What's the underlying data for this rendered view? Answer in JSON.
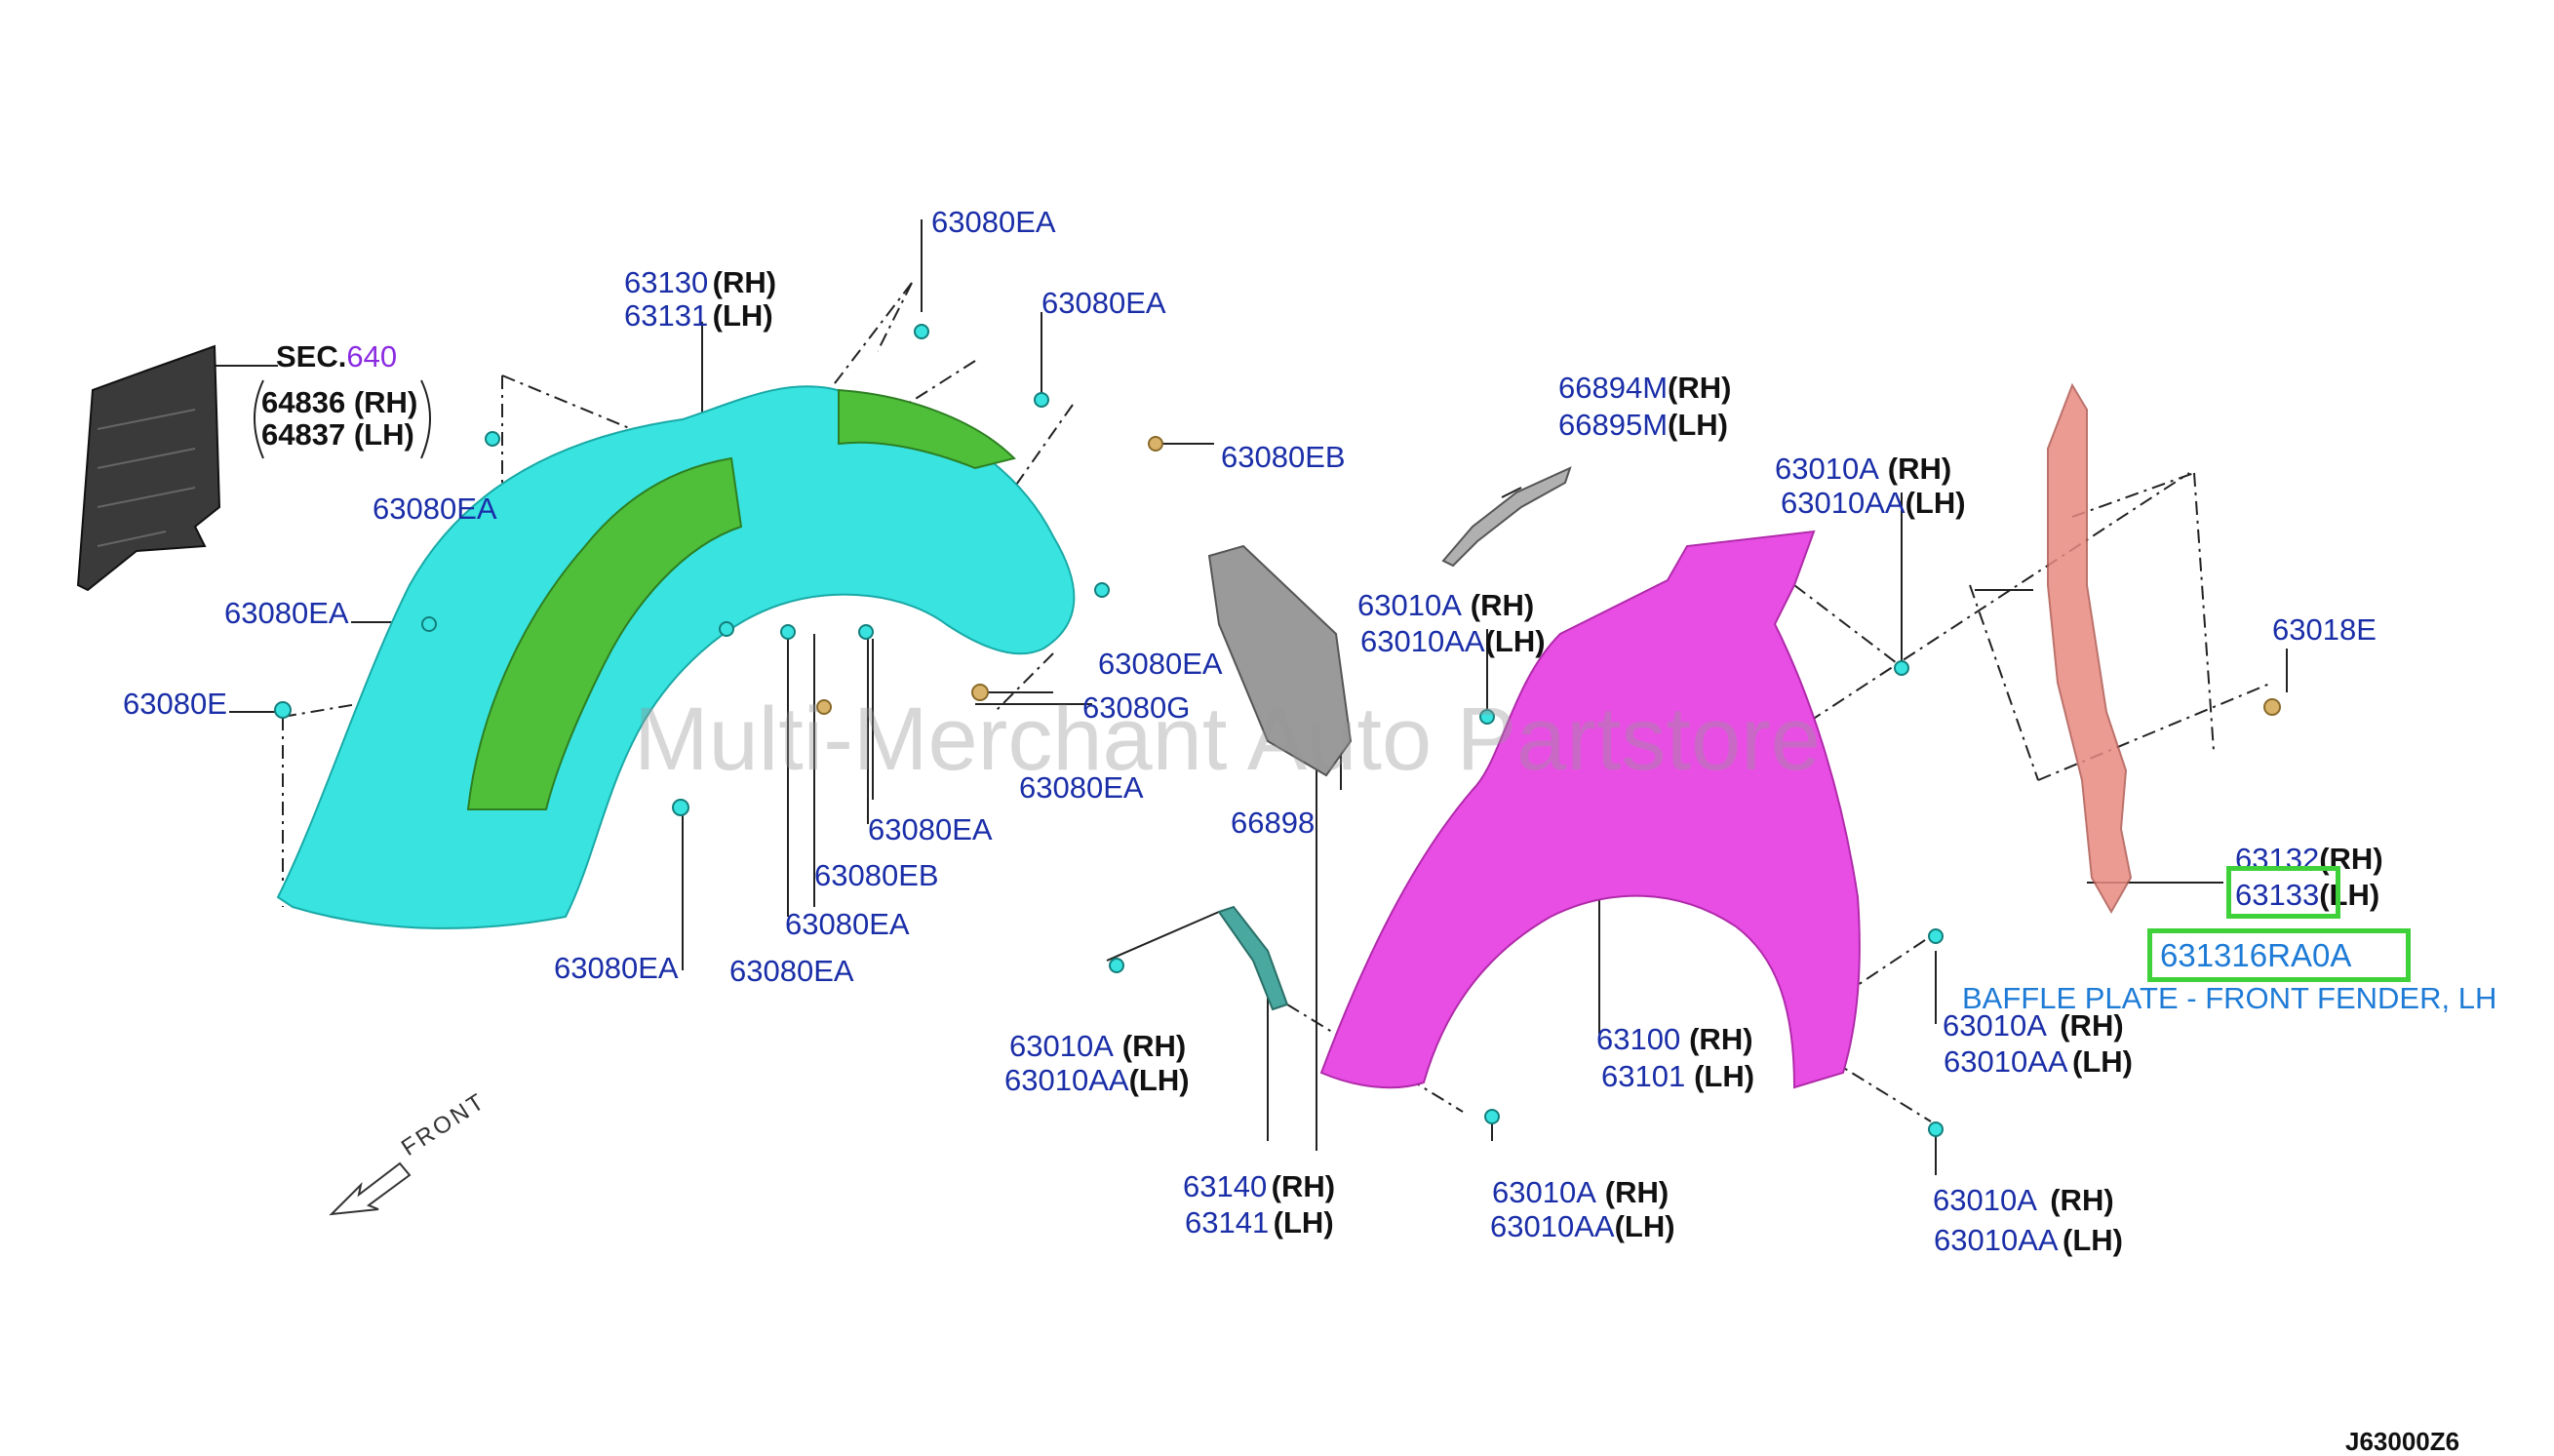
{
  "watermark": "Multi-Merchant Auto Partstore",
  "diagram_code": "J63000Z6",
  "front_label": "FRONT",
  "sec_prefix": "SEC.",
  "sec_number": "640",
  "labels": {
    "p64836": "64836",
    "p64837": "64837",
    "p63130": "63130",
    "p63131": "63131",
    "ea_top1": "63080EA",
    "ea_top2": "63080EA",
    "eb_right": "63080EB",
    "ea_left1": "63080EA",
    "ea_left2": "63080EA",
    "e_left": "63080E",
    "ea_mid1": "63080EA",
    "g_mid": "63080G",
    "ea_mid2": "63080EA",
    "ea_mid3": "63080EA",
    "eb_mid": "63080EB",
    "ea_mid4": "63080EA",
    "ea_bot1": "63080EA",
    "ea_bot2": "63080EA",
    "p66894m": "66894M",
    "p66895m": "66895M",
    "p66898": "66898",
    "a_top": "63010A",
    "aa_top": "63010AA",
    "a_mid": "63010A",
    "aa_mid": "63010AA",
    "a_lower_left": "63010A",
    "aa_lower_left": "63010AA",
    "a_bottom": "63010A",
    "aa_bottom": "63010AA",
    "a_right_mid": "63010A",
    "aa_right_mid": "63010AA",
    "a_right_bot": "63010A",
    "aa_right_bot": "63010AA",
    "p63100": "63100",
    "p63101": "63101",
    "p63140": "63140",
    "p63141": "63141",
    "p63018e": "63018E",
    "p63132": "63132",
    "p63133": "63133"
  },
  "side": {
    "rh": "(RH)",
    "lh": "(LH)"
  },
  "callout": {
    "part_number": "631316RA0A",
    "description": "BAFFLE PLATE - FRONT FENDER, LH"
  },
  "colors": {
    "part_number_text": "#1a2ea8",
    "highlight_box": "#3fd13a",
    "callout_text": "#1e7bd6",
    "fender_liner": "#38e3e0",
    "liner_insulator": "#4fbf3a",
    "fender": "#e84ee4",
    "baffle_plate": "#e88a80",
    "under_cover": "#3a3a3a"
  }
}
